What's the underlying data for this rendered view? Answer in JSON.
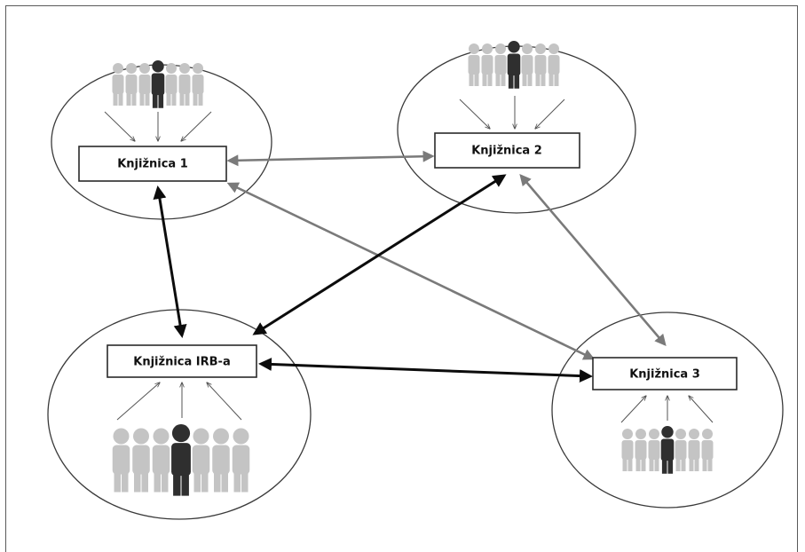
{
  "libraries": [
    {
      "id": "k1",
      "label": "Knjižnica 1"
    },
    {
      "id": "k2",
      "label": "Knjižnica 2"
    },
    {
      "id": "irb",
      "label": "Knjižnica IRB-a"
    },
    {
      "id": "k3",
      "label": "Knjižnica 3"
    }
  ],
  "connections": [
    {
      "from": "k1",
      "to": "k2",
      "style": "gray"
    },
    {
      "from": "k1",
      "to": "k3",
      "style": "gray"
    },
    {
      "from": "k2",
      "to": "k3",
      "style": "gray"
    },
    {
      "from": "k1",
      "to": "irb",
      "style": "black"
    },
    {
      "from": "k2",
      "to": "irb",
      "style": "black"
    },
    {
      "from": "irb",
      "to": "k3",
      "style": "black"
    }
  ],
  "colors": {
    "black_link": "#0c0c0c",
    "gray_link": "#7a7a7a",
    "figure_light": "#c4c4c4",
    "figure_dark": "#2f2f2f"
  },
  "icons": [
    "people-group-icon"
  ]
}
